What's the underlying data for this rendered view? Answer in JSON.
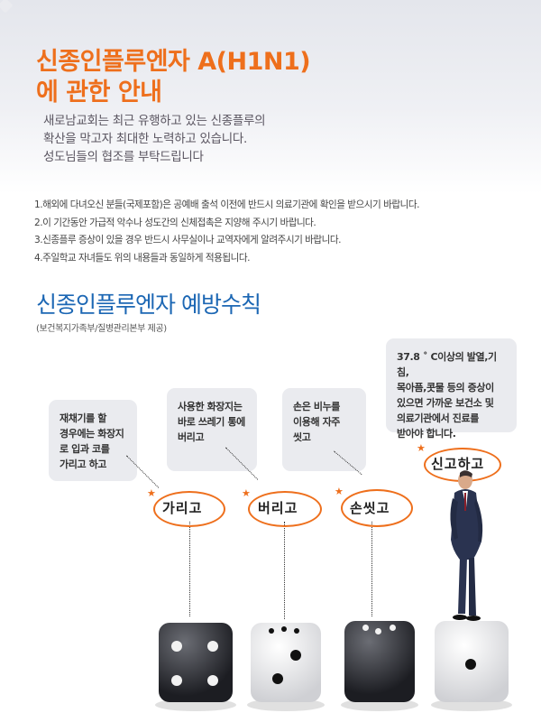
{
  "header": {
    "title_line1": "신종인플루엔자 A(H1N1)",
    "title_line2": "에 관한 안내",
    "intro": [
      "새로남교회는 최근 유행하고 있는 신종플루의",
      "확산을 막고자 최대한 노력하고 있습니다.",
      "성도님들의 협조를 부탁드립니다"
    ]
  },
  "notices": [
    "1.해외에 다녀오신 분들(국제포함)은 공예배 출석 이전에 반드시 의료기관에 확인을 받으시기 바랍니다.",
    "2.이 기간동안 가급적 악수나 성도간의 신체접촉은 지양해 주시기 바랍니다.",
    "3.신종플루 증상이 있을 경우 반드시 사무실이나 교역자에게 알려주시기 바랍니다.",
    "4.주일학교 자녀들도 위의 내용들과 동일하게 적용됩니다."
  ],
  "prevention": {
    "title": "신종인플루엔자 예방수칙",
    "source": "(보건복지가족부/질병관리본부 제공)",
    "rules": [
      {
        "lines": [
          "재채기를 할",
          "경우에는 화장지",
          "로 입과 코를",
          "가리고 하고"
        ],
        "keyword": "가리고"
      },
      {
        "lines": [
          "사용한 화장지는",
          "바로 쓰레기 통에",
          "버리고"
        ],
        "keyword": "버리고"
      },
      {
        "lines": [
          "손은 비누를",
          "이용해 자주",
          "씻고"
        ],
        "keyword": "손씻고"
      },
      {
        "lines": [
          "37.8 ˚ C이상의 발열,기침,",
          "목아픔,콧물 등의 증상이",
          "있으면 가까운 보건소 및",
          "의료기관에서 진료를",
          "받아야 합니다."
        ],
        "keyword": "신고하고"
      }
    ]
  },
  "colors": {
    "orange": "#ee6f1c",
    "blue": "#1c67b4"
  }
}
